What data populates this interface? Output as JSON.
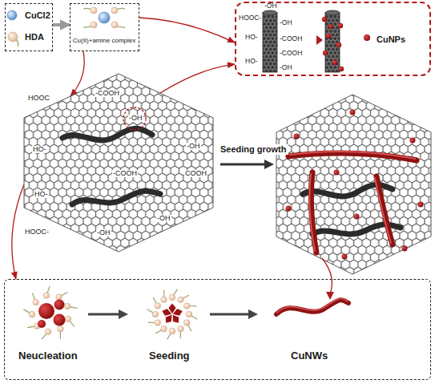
{
  "diagram": {
    "nodes": [
      {
        "text": [
          "CuCl2",
          "HDA"
        ]
      },
      {
        "text": [
          "Cu(II)+amine complex"
        ]
      },
      {
        "text": [
          "CuNPs"
        ]
      },
      {
        "text": [
          "HOOC",
          "-COOH",
          "-OH",
          "HO-",
          "-OH",
          "-COOH",
          "COOH",
          "HO-",
          "HOOC-",
          "-OH",
          "-OH"
        ]
      },
      {
        "text": [
          "Neucleation",
          "Seeding",
          "CuNWs"
        ]
      }
    ],
    "edges": [
      {
        "from": 0,
        "to": 1,
        "arrow": "to"
      },
      {
        "from": 1,
        "to": 2,
        "arrow": "to"
      },
      {
        "from": 1,
        "to": 3,
        "arrow": "to"
      },
      {
        "from": 3,
        "to": 2,
        "arrow": "to"
      },
      {
        "from": 3,
        "to": 4,
        "arrow": "to"
      }
    ],
    "labels": [
      "-OH",
      "HOOC-",
      "-OH",
      "HO-",
      "-COOH",
      "-COOH",
      "HO-",
      "-OH",
      "Seeding growth"
    ]
  }
}
